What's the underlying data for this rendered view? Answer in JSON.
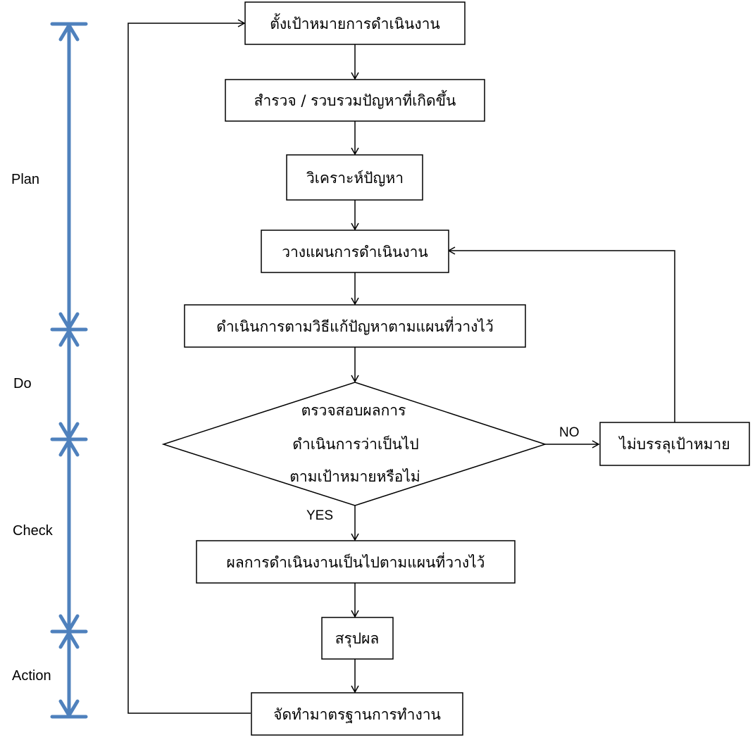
{
  "colors": {
    "phase_axis": "#4f81bd",
    "line": "#000000"
  },
  "phases": [
    {
      "label": "Plan"
    },
    {
      "label": "Do"
    },
    {
      "label": "Check"
    },
    {
      "label": "Action"
    }
  ],
  "steps": {
    "set_goal": "ตั้งเป้าหมายการดำเนินงาน",
    "survey": "สำรวจ / รวบรวมปัญหาที่เกิดขึ้น",
    "analyze": "วิเคราะห์ปัญหา",
    "plan": "วางแผนการดำเนินงาน",
    "execute": "ดำเนินการตามวิธีแก้ปัญหาตามแผนที่วางไว้",
    "decision": [
      "ตรวจสอบผลการ",
      "ดำเนินการว่าเป็นไป",
      "ตามเป้าหมายหรือไม่"
    ],
    "not_met": "ไม่บรรลุเป้าหมาย",
    "result": "ผลการดำเนินงานเป็นไปตามแผนที่วางไว้",
    "summarize": "สรุปผล",
    "standardize": "จัดทำมาตรฐานการทำงาน"
  },
  "edge_labels": {
    "no": "NO",
    "yes": "YES"
  }
}
